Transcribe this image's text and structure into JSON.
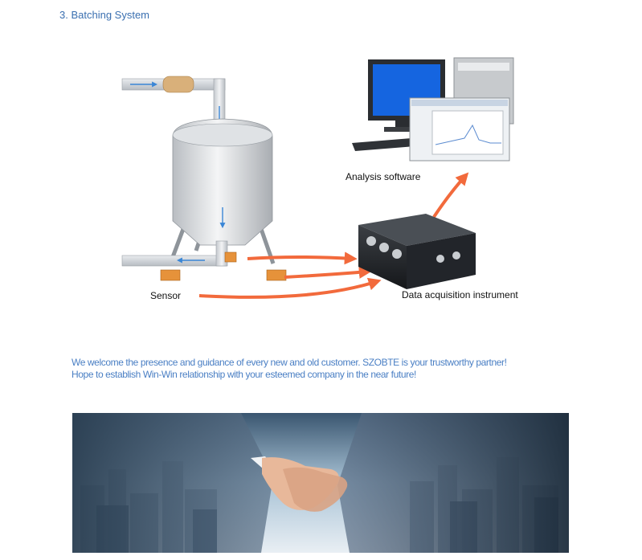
{
  "section": {
    "title": "3. Batching System"
  },
  "diagram": {
    "labels": {
      "analysis_software": "Analysis software",
      "sensor": "Sensor",
      "data_acquisition": "Data acquisition instrument"
    },
    "colors": {
      "arrow": "#f26a3c",
      "pipe_arrow": "#3a86d6",
      "screen": "#1565e0",
      "sensor": "#e6923a"
    }
  },
  "welcome": {
    "line1": "We welcome the presence and guidance of every new and old customer. SZOBTE is your trustworthy partner!",
    "line2": "Hope to establish Win-Win relationship with your esteemed company in the near future!"
  },
  "banner": {
    "image": "handshake-city-banner"
  }
}
